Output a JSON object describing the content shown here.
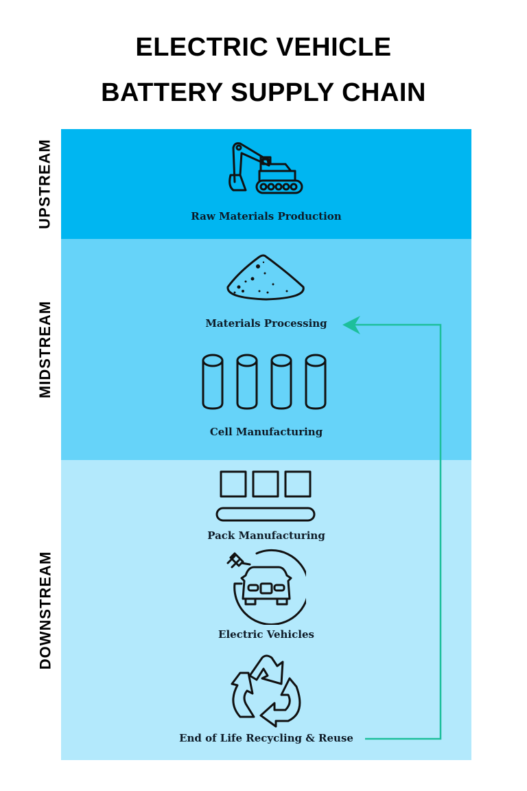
{
  "title": {
    "line1": "ELECTRIC VEHICLE",
    "line2": "BATTERY SUPPLY CHAIN"
  },
  "sections": {
    "upstream": {
      "label": "UPSTREAM",
      "color": "#00b6f1"
    },
    "midstream": {
      "label": "MIDSTREAM",
      "color": "#66d3f9"
    },
    "downstream": {
      "label": "DOWNSTREAM",
      "color": "#b3e9fc"
    }
  },
  "steps": [
    {
      "label": "Raw Materials Production",
      "icon": "excavator-icon"
    },
    {
      "label": "Materials Processing",
      "icon": "powder-pile-icon"
    },
    {
      "label": "Cell Manufacturing",
      "icon": "battery-cells-icon"
    },
    {
      "label": "Pack Manufacturing",
      "icon": "battery-pack-icon"
    },
    {
      "label": "Electric Vehicles",
      "icon": "electric-car-icon"
    },
    {
      "label": "End of Life Recycling & Reuse",
      "icon": "recycle-icon"
    }
  ],
  "loop_arrow_color": "#1dbf9b"
}
